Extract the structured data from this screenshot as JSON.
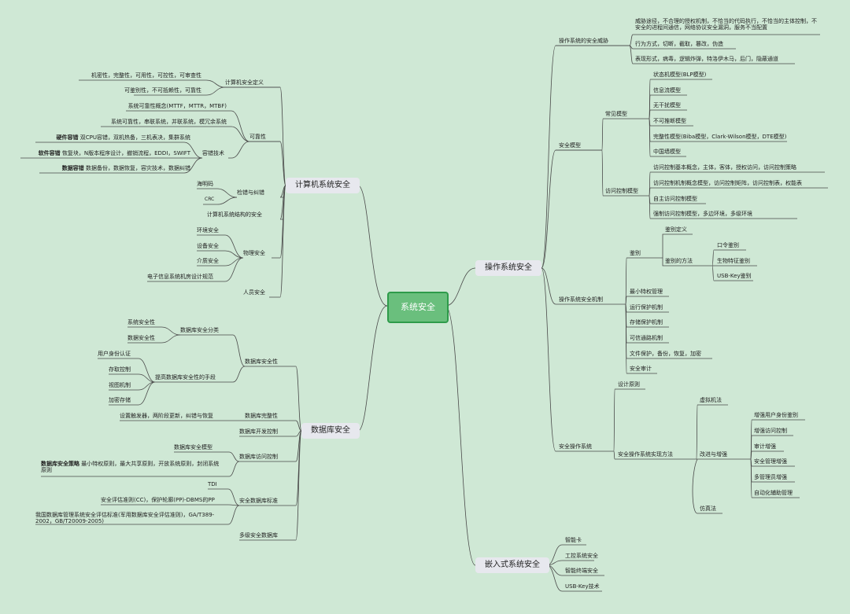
{
  "root": "系统安全",
  "main": {
    "computer": "计算机系统安全",
    "os": "操作系统安全",
    "db": "数据库安全",
    "embedded": "嵌入式系统安全"
  },
  "computer": {
    "definition": {
      "label": "计算机安全定义",
      "items": [
        "机密性，完整性，可用性，可控性，可审查性",
        "可鉴别性，不可抵赖性，可靠性"
      ]
    },
    "reliability": {
      "label": "可靠性",
      "items": [
        "系统可靠性概念(MTTF，MTTR，MTBF)",
        "系统可靠性，串联系统，并联系统，模冗余系统"
      ],
      "fault_tolerance": {
        "label": "容错技术",
        "items": [
          {
            "b": "硬件容错",
            "t": "双CPU容错，双机热备，三机表决，集群系统"
          },
          {
            "b": "软件容错",
            "t": "恢复块，N版本程序设计，撤销流程，EDDI，SWIFT"
          },
          {
            "b": "数据容错",
            "t": "数据备份，数据恢复，容灾技术，数据纠错"
          }
        ]
      }
    },
    "error_check": {
      "label": "检错与纠错",
      "items": [
        "海明码",
        "CRC"
      ]
    },
    "arch": "计算机系统结构的安全",
    "physical": {
      "label": "物理安全",
      "items": [
        "环境安全",
        "设备安全",
        "介质安全",
        "电子信息系统机房设计规范"
      ]
    },
    "personnel": "人员安全"
  },
  "db": {
    "security": {
      "label": "数据库安全性",
      "classification": {
        "label": "数据库安全分类",
        "items": [
          "系统安全性",
          "数据安全性"
        ]
      },
      "means": {
        "label": "提高数据库安全性的手段",
        "items": [
          "用户身份认证",
          "存取控制",
          "视图机制",
          "加密存储"
        ]
      }
    },
    "integrity": {
      "label": "数据库完整性",
      "item": "设置触发器，两阶段更新，纠错与恢复"
    },
    "dev_control": "数据库开发控制",
    "access_control": {
      "label": "数据库访问控制",
      "items": [
        "数据库安全模型"
      ],
      "policy_b": "数据库安全策略",
      "policy_t": "最小特权原则，最大共享原则，开放系统原则，封闭系统原则"
    },
    "standard": {
      "label": "安全数据库标准",
      "items": [
        "TDI",
        "安全评估准则(CC)，保护轮廓(PP)-DBMS的PP",
        "我国数据库管理系统安全评估标准(军用数据库安全评估准则)，GA/T389-2002，GB/T20009-2005)"
      ]
    },
    "multilevel": "多级安全数据库"
  },
  "os": {
    "threats": {
      "label": "操作系统的安全威胁",
      "items": [
        "威胁途径，不合理的授权机制，不恰当的代码执行，不恰当的主体控制，不安全的进程间通信，网络协议安全漏洞，服务不当配置",
        "行为方式，切断，截取，篡改，伪造",
        "表现形式，病毒，逻辑炸弹，特洛伊木马，后门，隐蔽通道"
      ]
    },
    "models": {
      "label": "安全模型",
      "common": {
        "label": "常见模型",
        "items": [
          "状态机模型(BLP模型)",
          "信息流模型",
          "无干扰模型",
          "不可推断模型",
          "完整性模型(Biba模型，Clark-Wilson模型，DTE模型)",
          "中国墙模型"
        ]
      },
      "access": {
        "label": "访问控制模型",
        "items": [
          "访问控制基本概念，主体，客体，授权访问，访问控制策略",
          "访问控制机制概念模型，访问控制矩阵，访问控制表，权能表",
          "自主访问控制模型",
          "强制访问控制模型，多边环境，多级环境"
        ]
      }
    },
    "mechanism": {
      "label": "操作系统安全机制",
      "auth": {
        "label": "鉴别",
        "definition": "鉴别定义",
        "methods": {
          "label": "鉴别的方法",
          "items": [
            "口令鉴别",
            "生物特征鉴别",
            "USB-Key鉴别"
          ]
        }
      },
      "items": [
        "最小特权管理",
        "运行保护机制",
        "存储保护机制",
        "可信通路机制",
        "文件保护，备份，恢复，加密",
        "安全审计"
      ]
    },
    "secure_os": {
      "label": "安全操作系统",
      "design": "设计原则",
      "impl": {
        "label": "安全操作系统实现方法",
        "vm": "虚拟机法",
        "improve": {
          "label": "改进与增强",
          "items": [
            "增强用户身份鉴别",
            "增强访问控制",
            "审计增强",
            "安全管理增强",
            "多管理员增强",
            "自动化辅助管理"
          ]
        },
        "emulation": "仿真法"
      }
    }
  },
  "embedded": {
    "items": [
      "智能卡",
      "工控系统安全",
      "智能终端安全",
      "USB-Key技术"
    ]
  },
  "colors": {
    "background": "#cfe8d5",
    "line": "#4a4a4a",
    "root_fill": "#6abf7d",
    "root_border": "#2e9b4a",
    "main_fill": "#e7e8ee"
  }
}
